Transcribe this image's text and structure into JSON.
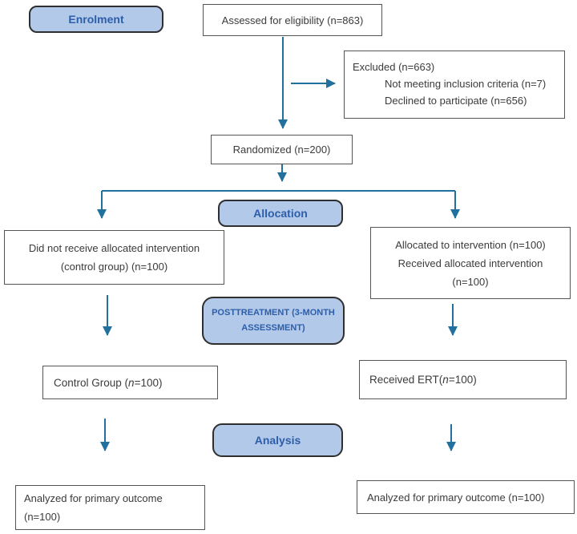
{
  "figure": {
    "type": "consort-flow-diagram",
    "background": "#ffffff"
  },
  "colors": {
    "arrow": "#21709e",
    "stage_label_fill": "#b3c9e9",
    "stage_label_border": "#2f2f2f",
    "stage_label_text": "#2d5ea9",
    "node_border": "#545454",
    "node_text": "#3b3b3b"
  },
  "stage_labels": {
    "enrolment": "Enrolment",
    "allocation": "Allocation",
    "posttreatment_line1": "POSTTREATMENT (3-MONTH",
    "posttreatment_line2": "ASSESSMENT)",
    "analysis": "Analysis"
  },
  "nodes": {
    "assessed": {
      "text": "Assessed for eligibility (n=863)"
    },
    "excluded": {
      "title": "Excluded (n=663)",
      "reasons": [
        "Not meeting inclusion criteria (n=7)",
        "Declined to participate (n=656)"
      ]
    },
    "randomized": {
      "text": "Randomized (n=200)"
    },
    "control_allocation": {
      "line1": "Did not receive allocated intervention",
      "line2": "(control group) (n=100)"
    },
    "intervention_allocation": {
      "line1": "Allocated to intervention (n=100)",
      "line2": "Received allocated intervention",
      "line3": "(n=100)"
    },
    "control_group": {
      "pre": "Control Group (",
      "n_symbol": "n",
      "post": "=100)"
    },
    "received_ert": {
      "pre": "Received ERT(",
      "n_symbol": "n",
      "post": "=100)"
    },
    "analyzed_control": {
      "line1": "Analyzed for primary outcome",
      "line2": "(n=100)"
    },
    "analyzed_intervention": {
      "text": "Analyzed for primary outcome (n=100)"
    }
  }
}
